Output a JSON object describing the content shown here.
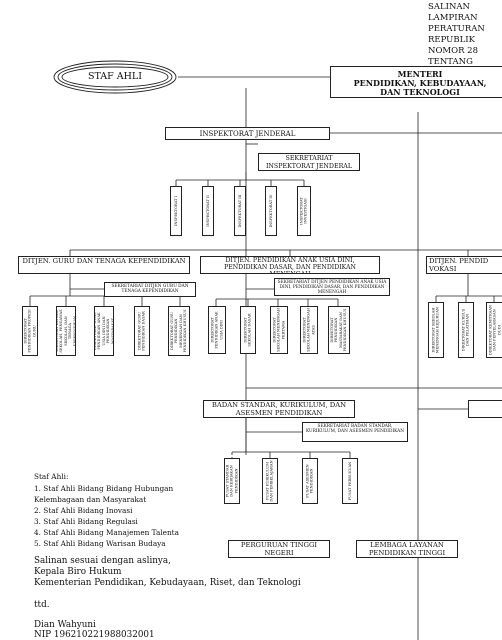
{
  "header": {
    "lines": [
      "SALINAN",
      "LAMPIRAN",
      "PERATURAN",
      "REPUBLIK",
      "NOMOR 28",
      "TENTANG"
    ]
  },
  "staf_ahli": {
    "label": "STAF AHLI"
  },
  "menteri": {
    "line1": "MENTERI",
    "line2": "PENDIDIKAN, KEBUDAYAAN,",
    "line3": "DAN TEKNOLOGI"
  },
  "inspektorat": {
    "label": "INSPEKTORAT    JENDERAL",
    "sekretariat": "SEKRETARIAT INSPEKTORAT JENDERAL",
    "units": [
      "INSPEKTORAT I",
      "INSPEKTORAT II",
      "INSPEKTORAT III",
      "INSPEKTORAT IV",
      "INSPEKTORAT INVESTIGASI"
    ]
  },
  "ditjen_guru": {
    "label": "DITJEN.  GURU DAN TENAGA KEPENDIDIKAN",
    "sekretariat": "SEKRETARIAT DITJEN GURU DAN TENAGA KEPENDIDIKAN",
    "units": [
      "DIREKTORAT PENDIDIKAN PROFESI GURU",
      "DIREKTORAT KEPALA SEKOLAH, PENGAWAS SEKOLAH, DAN TENAGA KEPENDIDIKAN",
      "DIREKTORAT GURU PENDIDIKAN ANAK USIA DINI DAN PENDIDIKAN MASYARAKAT",
      "DIREKTORAT GURU PENDIDIKAN DASAR",
      "DIREKTORAT GURU PENDIDIKAN MENENGAH DAN PENDIDIKAN KHUSUS"
    ]
  },
  "ditjen_paud": {
    "label": "DITJEN. PENDIDIKAN ANAK USIA DINI, PENDIDIKAN DASAR, DAN PENDIDIKAN MENENGAH",
    "sekretariat": "SEKRETARIAT DITJEN PENDIDIKAN ANAK USIA DINI, PENDIDIKAN DASAR, DAN PENDIDIKAN MENENGAH",
    "units": [
      "DIREKTORAT PENDIDIKAN ANAK USIA DINI",
      "DIREKTORAT SEKOLAH DASAR",
      "DIREKTORAT SEKOLAH MENENGAH PERTAMA",
      "DIREKTORAT SEKOLAH MENENGAH ATAS",
      "DIREKTORAT PENDIDIKAN MASYARAKAT DAN PENDIDIKAN KHUSUS"
    ]
  },
  "ditjen_vokasi": {
    "label": "DITJEN. PENDID VOKASI",
    "units": [
      "DIREKTORAT SEKOLAH MENENGAH KEJURUAN",
      "DIREKTORAT KURSUS DAN PELATIHAN",
      "DIREKTORAT KEMITRAAN DAN PENYELARASAN DUDI"
    ]
  },
  "badan": {
    "label": "BADAN STANDAR, KURIKULUM, DAN ASESMEN PENDIDIKAN",
    "sekretariat": "SEKRETARIAT BADAN STANDAR, KURIKULUM, DAN ASESMEN PENDIDIKAN",
    "units": [
      "PUSAT STANDAR DAN KEBIJAKAN PENDIDIKAN",
      "PUSAT KURIKULUM DAN PEMBELAJARAN",
      "PUSAT ASESMEN PENDIDIKAN",
      "PUSAT PERBUKUAN"
    ]
  },
  "perguruan": {
    "label": "PERGURUAN TINGGI NEGERI"
  },
  "lembaga": {
    "label": "LEMBAGA LAYANAN PENDIDIKAN TINGGI"
  },
  "staf_ahli_list": {
    "heading": "Staf Ahli:",
    "items": [
      "1.   Staf Ahli Bidang Bidang Hubungan",
      "       Kelembagaan dan Masyarakat",
      "2.   Staf Ahli Bidang Inovasi",
      "3.   Staf Ahli Bidang Regulasi",
      "4.   Staf Ahli Bidang Manajemen Talenta",
      "5.   Staf Ahli Bidang Warisan Budaya"
    ]
  },
  "footer": {
    "lines": [
      "Salinan sesuai dengan aslinya,",
      "Kepala Biro Hukum",
      "Kementerian Pendidikan, Kebudayaan, Riset, dan Teknologi",
      "ttd.",
      "Dian Wahyuni",
      "NIP 196210221988032001"
    ]
  }
}
